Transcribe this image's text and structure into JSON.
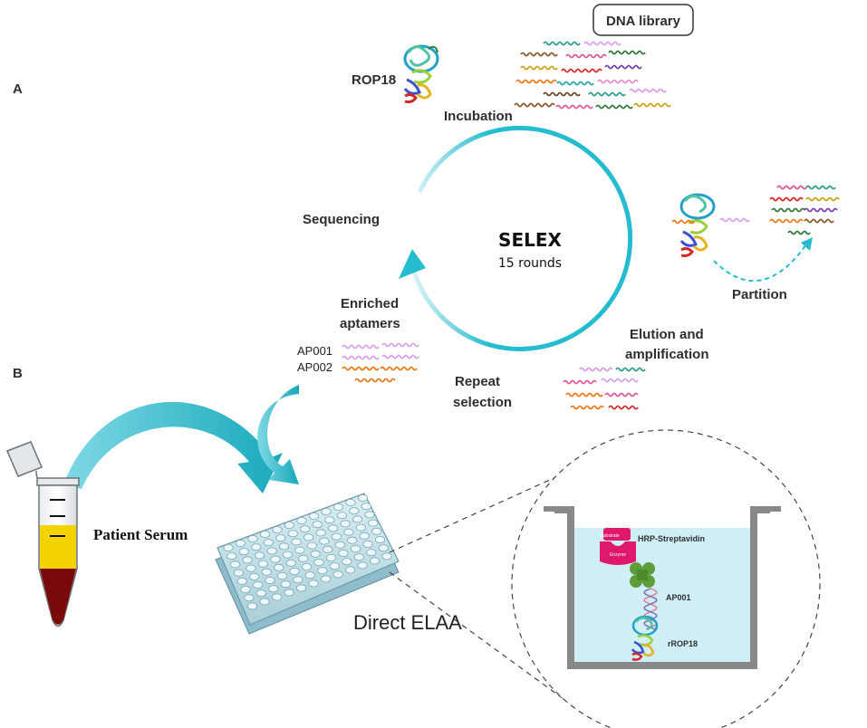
{
  "panel_labels": {
    "a": "A",
    "b": "B"
  },
  "labels": {
    "dna_library": "DNA library",
    "rop18": "ROP18",
    "incubation": "Incubation",
    "sequencing": "Sequencing",
    "selex_title": "SELEX",
    "selex_rounds": "15 rounds",
    "partition": "Partition",
    "enriched_line1": "Enriched",
    "enriched_line2": "aptamers",
    "elution_line1": "Elution and",
    "elution_line2": "amplification",
    "repeat_line1": "Repeat",
    "repeat_line2": "selection",
    "ap001": "AP001",
    "ap002": "AP002",
    "patient_serum": "Patient Serum",
    "direct_elaa": "Direct ELAA",
    "substrate": "Substrate",
    "enzyme": "Enzyme",
    "hrp_streptavidin": "HRP-Streptavidin",
    "ap001_well": "AP001",
    "rrop18": "rROP18"
  },
  "colors": {
    "cycle": "#25bccf",
    "serum_yellow": "#f3d400",
    "blood_red": "#7a0a0a",
    "well_liquid": "#cfeef5",
    "hrp": "#e0186c",
    "streptavidin": "#5e9e3a"
  }
}
